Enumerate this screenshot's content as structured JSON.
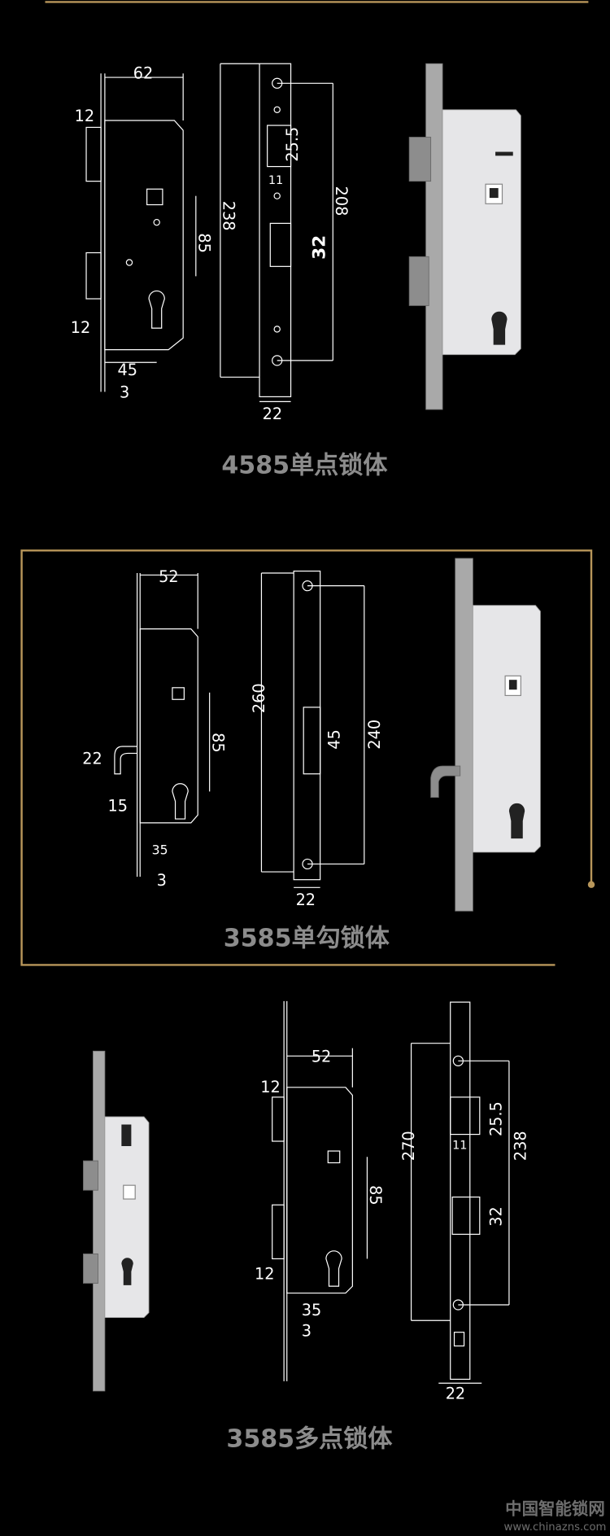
{
  "colors": {
    "background": "#000000",
    "accent_gold": "#b8965a",
    "title_grey": "#8c8c8c"
  },
  "sections": [
    {
      "title": "4585单点锁体",
      "side_view": {
        "width": "62",
        "top_latch": "12",
        "bottom_bolt": "12",
        "spindle_to_cylinder": "85",
        "backset": "45",
        "plate_thickness": "3"
      },
      "front_view": {
        "total_length": "238",
        "hole_spacing": "208",
        "latch_height": "25.5",
        "latch_width": "11",
        "bolt_height": "32",
        "plate_width": "22"
      }
    },
    {
      "title": "3585单勾锁体",
      "side_view": {
        "width": "52",
        "hook_height": "22",
        "hook_depth": "15",
        "spindle_to_cylinder": "85",
        "backset": "35",
        "plate_thickness": "3"
      },
      "front_view": {
        "total_length": "260",
        "hole_spacing": "240",
        "hook_slot": "45",
        "plate_width": "22"
      }
    },
    {
      "title": "3585多点锁体",
      "side_view": {
        "width": "52",
        "top_latch": "12",
        "bottom_bolt": "12",
        "spindle_to_cylinder": "85",
        "backset": "35",
        "plate_thickness": "3"
      },
      "front_view": {
        "total_length": "270",
        "hole_spacing": "238",
        "latch_height": "25.5",
        "latch_width": "11",
        "bolt_height": "32",
        "plate_width": "22"
      }
    }
  ],
  "watermark": {
    "name": "中国智能锁网",
    "url": "www.chinazns.com"
  }
}
